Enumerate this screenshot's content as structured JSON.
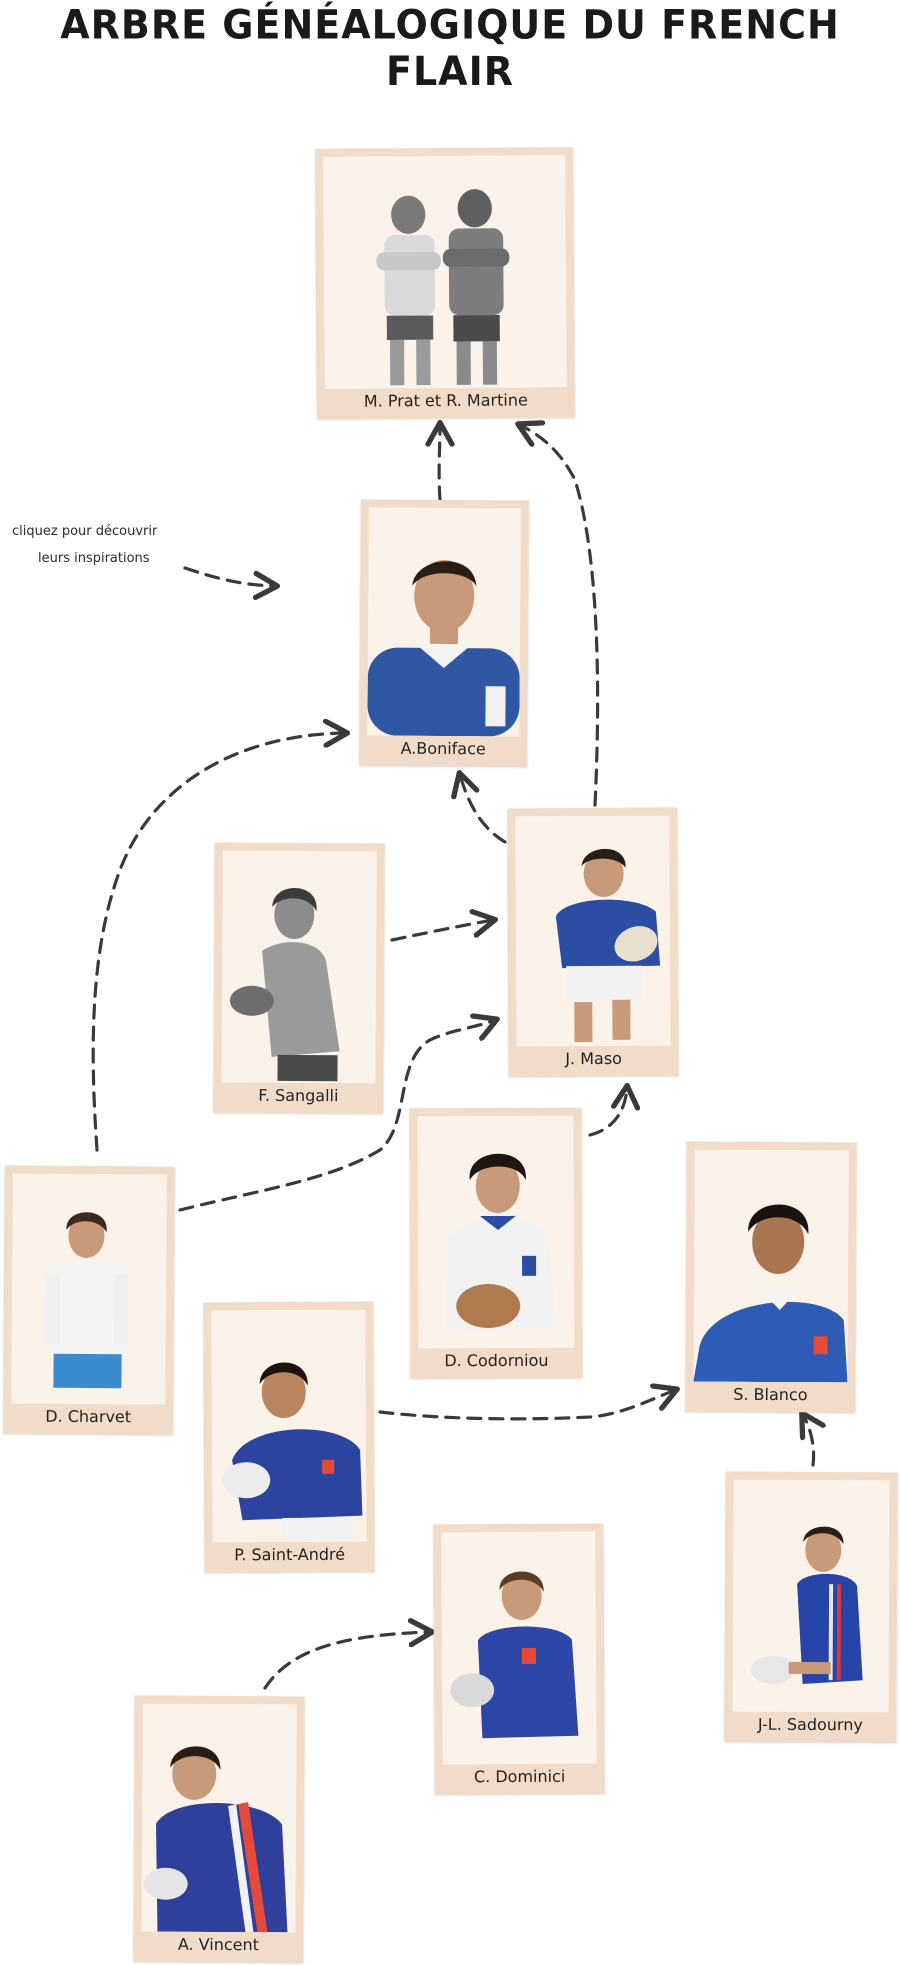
{
  "title": "ARBRE GÉNÉALOGIQUE DU FRENCH FLAIR",
  "hint": {
    "line1": "cliquez pour découvrir",
    "line2": "leurs inspirations"
  },
  "players": [
    {
      "id": "prat-martine",
      "name": "M. Prat et R. Martine",
      "jersey": "#9a9a9a",
      "photo_style": "bw"
    },
    {
      "id": "boniface",
      "name": "A.Boniface",
      "jersey": "#2f57a4",
      "photo_style": "color"
    },
    {
      "id": "maso",
      "name": "J. Maso",
      "jersey": "#2b4ea3",
      "photo_style": "color"
    },
    {
      "id": "sangalli",
      "name": "F. Sangalli",
      "jersey": "#8c8c8c",
      "photo_style": "bw"
    },
    {
      "id": "codorniou",
      "name": "D. Codorniou",
      "jersey": "#f2f2f2",
      "photo_style": "color"
    },
    {
      "id": "charvet",
      "name": "D. Charvet",
      "jersey": "#f4f4f4",
      "photo_style": "color"
    },
    {
      "id": "blanco",
      "name": "S. Blanco",
      "jersey": "#2d5bb5",
      "photo_style": "color"
    },
    {
      "id": "saint-andre",
      "name": "P. Saint-André",
      "jersey": "#2a44a0",
      "photo_style": "color"
    },
    {
      "id": "sadourny",
      "name": "J-L. Sadourny",
      "jersey": "#2744a8",
      "photo_style": "color"
    },
    {
      "id": "dominici",
      "name": "C. Dominici",
      "jersey": "#2c47a8",
      "photo_style": "color"
    },
    {
      "id": "vincent",
      "name": "A. Vincent",
      "jersey": "#2f3f9c",
      "photo_style": "color"
    }
  ],
  "links": [
    {
      "from": "boniface",
      "to": "prat-martine"
    },
    {
      "from": "maso",
      "to": "prat-martine"
    },
    {
      "from": "maso",
      "to": "boniface"
    },
    {
      "from": "sangalli",
      "to": "maso"
    },
    {
      "from": "charvet",
      "to": "maso"
    },
    {
      "from": "charvet",
      "to": "boniface"
    },
    {
      "from": "codorniou",
      "to": "maso"
    },
    {
      "from": "saint-andre",
      "to": "blanco"
    },
    {
      "from": "sadourny",
      "to": "blanco"
    },
    {
      "from": "vincent",
      "to": "dominici"
    }
  ],
  "colors": {
    "frame": "#f1dcc9",
    "photo_bg": "#fbf3ea",
    "arrow": "#3a3a3a",
    "skin": "#c99a7a",
    "hair": "#2a1d16"
  }
}
